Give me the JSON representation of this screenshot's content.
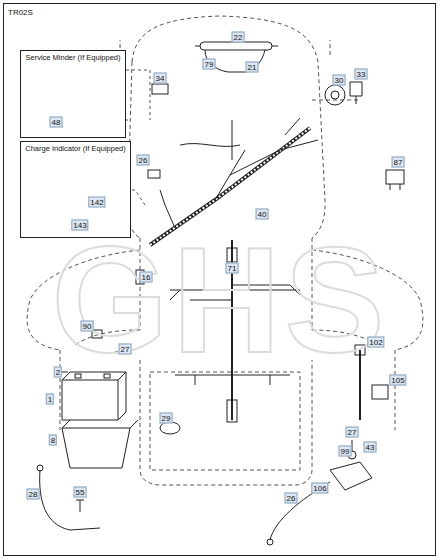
{
  "diagram": {
    "nodes": [
      {
        "text": [
          "Service Minder (If Equipped)"
        ]
      },
      {
        "text": [
          "Charge Indicator (If Equipped)"
        ]
      }
    ],
    "labels": [
      "TR02S",
      "22",
      "79",
      "21",
      "34",
      "30",
      "33",
      "48",
      "142",
      "143",
      "26",
      "87",
      "40",
      "16",
      "71",
      "90",
      "27",
      "2",
      "1",
      "102",
      "8",
      "105",
      "29",
      "27",
      "99",
      "43",
      "28",
      "55",
      "26",
      "106",
      "GHS"
    ]
  }
}
